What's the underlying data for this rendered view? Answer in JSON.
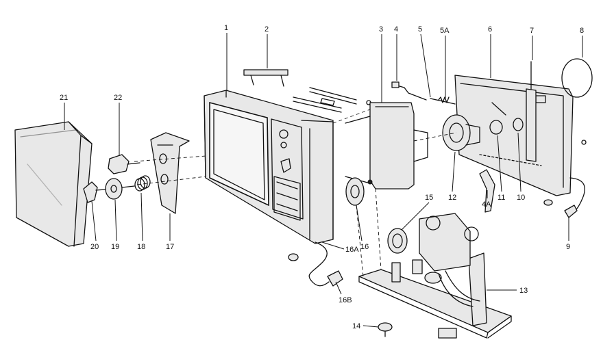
{
  "diagram": {
    "type": "exploded-parts-view",
    "callouts": [
      {
        "id": "c-1",
        "label": "1"
      },
      {
        "id": "c-2",
        "label": "2"
      },
      {
        "id": "c-3",
        "label": "3"
      },
      {
        "id": "c-4",
        "label": "4"
      },
      {
        "id": "c-5",
        "label": "5"
      },
      {
        "id": "c-5a",
        "label": "5A"
      },
      {
        "id": "c-6",
        "label": "6"
      },
      {
        "id": "c-7",
        "label": "7"
      },
      {
        "id": "c-8",
        "label": "8"
      },
      {
        "id": "c-21",
        "label": "21"
      },
      {
        "id": "c-22",
        "label": "22"
      },
      {
        "id": "c-12",
        "label": "12"
      },
      {
        "id": "c-11",
        "label": "11"
      },
      {
        "id": "c-10",
        "label": "10"
      },
      {
        "id": "c-4a",
        "label": "4A"
      },
      {
        "id": "c-15",
        "label": "15"
      },
      {
        "id": "c-16",
        "label": "16"
      },
      {
        "id": "c-16a",
        "label": "16A"
      },
      {
        "id": "c-16b",
        "label": "16B"
      },
      {
        "id": "c-20",
        "label": "20"
      },
      {
        "id": "c-19",
        "label": "19"
      },
      {
        "id": "c-18",
        "label": "18"
      },
      {
        "id": "c-17",
        "label": "17"
      },
      {
        "id": "c-9",
        "label": "9"
      },
      {
        "id": "c-13",
        "label": "13"
      },
      {
        "id": "c-14",
        "label": "14"
      }
    ]
  }
}
